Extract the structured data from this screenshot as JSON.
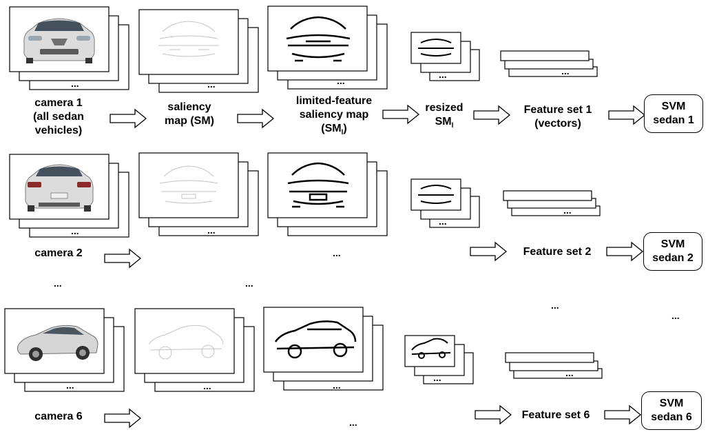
{
  "labels": {
    "camera1_l1": "camera 1",
    "camera1_l2": "(all sedan",
    "camera1_l3": "vehicles)",
    "saliency_l1": "saliency",
    "saliency_l2": "map (SM)",
    "limited_l1": "limited-feature",
    "limited_l2": "saliency map",
    "limited_l3_base": "(SM",
    "limited_l3_sub": "l",
    "limited_l3_end": ")",
    "resized_l1": "resized",
    "resized_l2_base": "SM",
    "resized_l2_sub": "l",
    "fs1_l1": "Feature set 1",
    "fs1_l2": "(vectors)",
    "camera2": "camera 2",
    "fs2": "Feature set 2",
    "camera6": "camera 6",
    "fs6": "Feature set 6",
    "ellipsis": "..."
  },
  "svm": {
    "s1_l1": "SVM",
    "s1_l2": "sedan 1",
    "s2_l1": "SVM",
    "s2_l2": "sedan 2",
    "s6_l1": "SVM",
    "s6_l2": "sedan 6"
  }
}
